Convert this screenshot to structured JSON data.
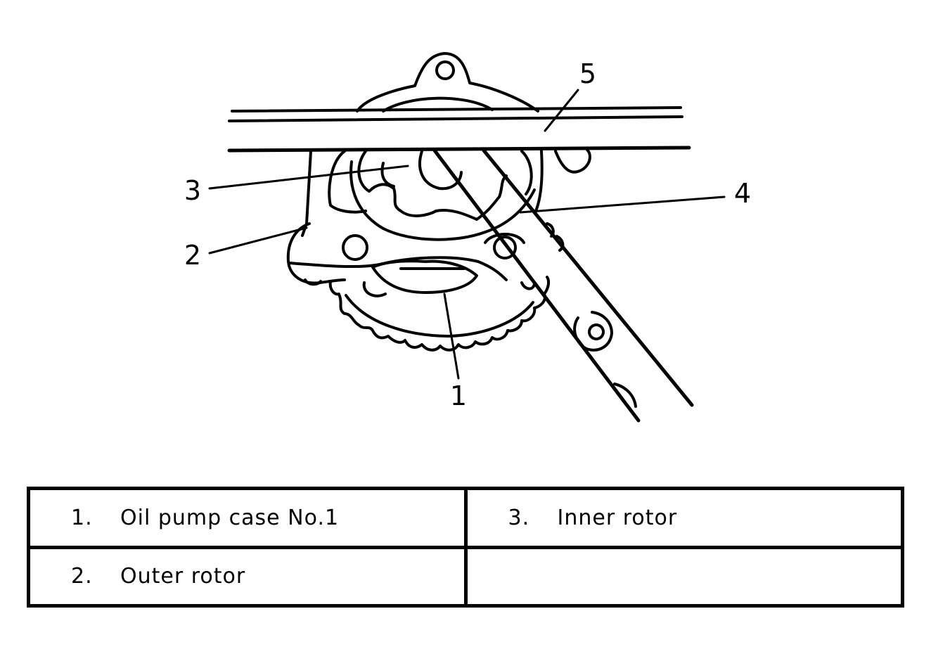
{
  "callouts": [
    {
      "id": "1",
      "text": "1"
    },
    {
      "id": "2",
      "text": "2"
    },
    {
      "id": "3",
      "text": "3"
    },
    {
      "id": "4",
      "text": "4"
    },
    {
      "id": "5",
      "text": "5"
    }
  ],
  "legend": {
    "rows": [
      [
        {
          "num": "1.",
          "label": "Oil pump case No.1"
        },
        {
          "num": "3.",
          "label": "Inner rotor"
        }
      ],
      [
        {
          "num": "2.",
          "label": "Outer rotor"
        },
        {
          "num": "",
          "label": ""
        }
      ]
    ]
  }
}
